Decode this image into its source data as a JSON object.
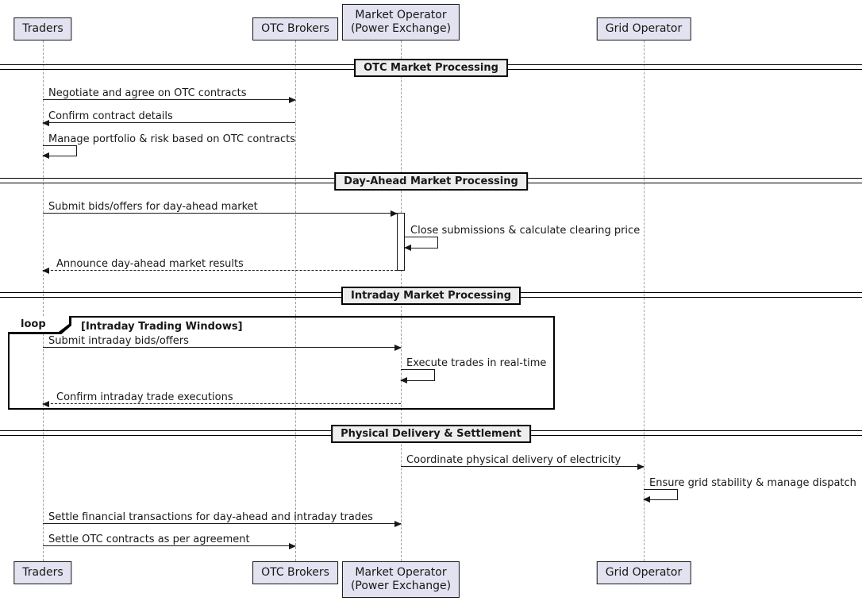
{
  "participants": [
    {
      "label": "Traders"
    },
    {
      "label": "OTC Brokers"
    },
    {
      "label": "Market Operator\n(Power Exchange)"
    },
    {
      "label": "Grid Operator"
    }
  ],
  "dividers": [
    {
      "label": "OTC Market Processing"
    },
    {
      "label": "Day-Ahead Market Processing"
    },
    {
      "label": "Intraday Market Processing"
    },
    {
      "label": "Physical Delivery & Settlement"
    }
  ],
  "loop": {
    "keyword": "loop",
    "guard": "[Intraday Trading Windows]"
  },
  "messages": [
    {
      "from": "Traders",
      "to": "OTC Brokers",
      "style": "solid",
      "label": "Negotiate and agree on OTC contracts"
    },
    {
      "from": "OTC Brokers",
      "to": "Traders",
      "style": "solid",
      "label": "Confirm contract details"
    },
    {
      "from": "Traders",
      "to": "Traders",
      "style": "self",
      "label": "Manage portfolio & risk based on OTC contracts"
    },
    {
      "from": "Traders",
      "to": "Market Operator (Power Exchange)",
      "style": "solid",
      "label": "Submit bids/offers for day-ahead market"
    },
    {
      "from": "Market Operator (Power Exchange)",
      "to": "Market Operator (Power Exchange)",
      "style": "self",
      "label": "Close submissions & calculate clearing price"
    },
    {
      "from": "Market Operator (Power Exchange)",
      "to": "Traders",
      "style": "dashed",
      "label": "Announce day-ahead market results"
    },
    {
      "from": "Traders",
      "to": "Market Operator (Power Exchange)",
      "style": "solid",
      "label": "Submit intraday bids/offers"
    },
    {
      "from": "Market Operator (Power Exchange)",
      "to": "Market Operator (Power Exchange)",
      "style": "self",
      "label": "Execute trades in real-time"
    },
    {
      "from": "Market Operator (Power Exchange)",
      "to": "Traders",
      "style": "dashed",
      "label": "Confirm intraday trade executions"
    },
    {
      "from": "Market Operator (Power Exchange)",
      "to": "Grid Operator",
      "style": "solid",
      "label": "Coordinate physical delivery of electricity"
    },
    {
      "from": "Grid Operator",
      "to": "Grid Operator",
      "style": "self",
      "label": "Ensure grid stability & manage dispatch"
    },
    {
      "from": "Traders",
      "to": "Market Operator (Power Exchange)",
      "style": "solid",
      "label": "Settle financial transactions for day-ahead and intraday trades"
    },
    {
      "from": "Traders",
      "to": "OTC Brokers",
      "style": "solid",
      "label": "Settle OTC contracts as per agreement"
    }
  ],
  "colors": {
    "participant_fill": "#E2E2F0",
    "participant_border": "#181818",
    "divider_fill": "#EEEEEE",
    "arrow_line": "#181818",
    "lifeline": "#A0A0A0",
    "frame_border": "#000000",
    "background": "#FFFFFF"
  }
}
